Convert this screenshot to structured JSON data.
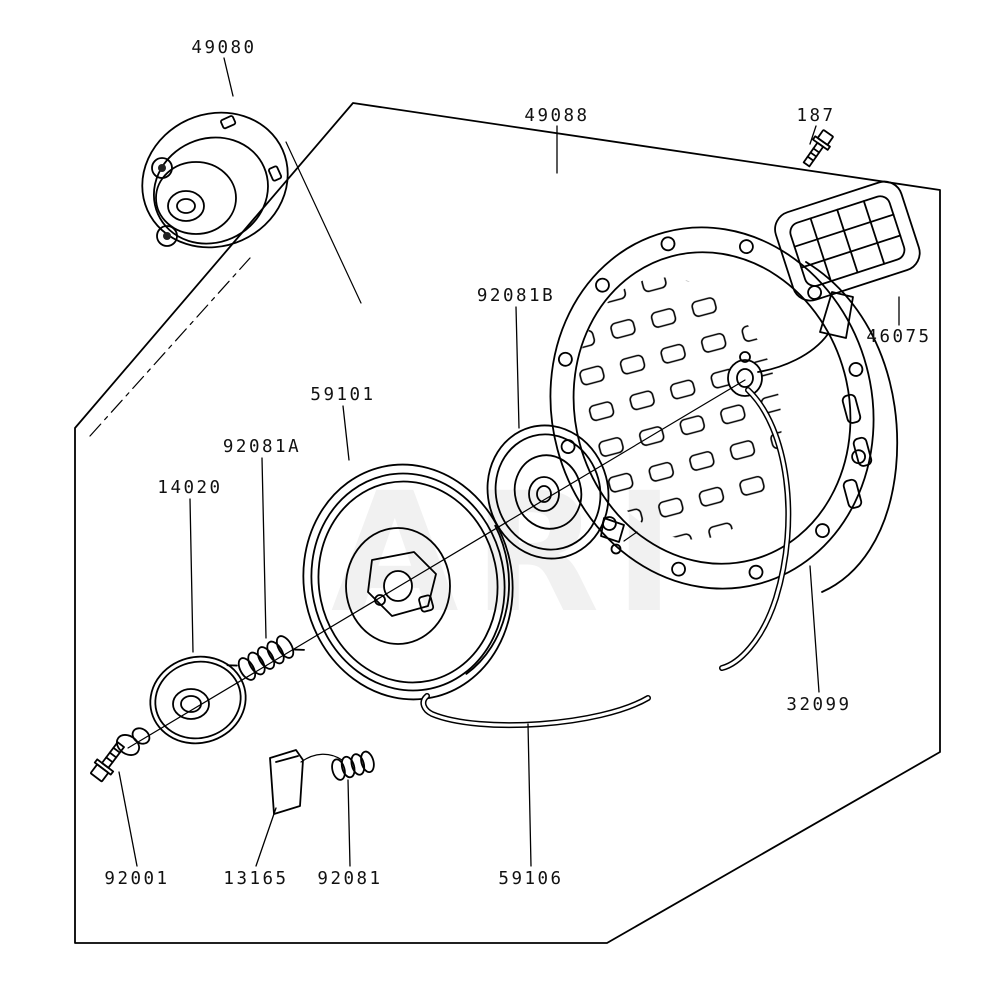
{
  "diagram": {
    "watermark": "ARI",
    "part_labels": {
      "l49080": "49080",
      "l49088": "49088",
      "l187": "187",
      "l46075": "46075",
      "l92081B": "92081B",
      "l59101": "59101",
      "l92081A": "92081A",
      "l14020": "14020",
      "l32099": "32099",
      "l92001": "92001",
      "l13165": "13165",
      "l92081": "92081",
      "l59106": "59106"
    }
  }
}
